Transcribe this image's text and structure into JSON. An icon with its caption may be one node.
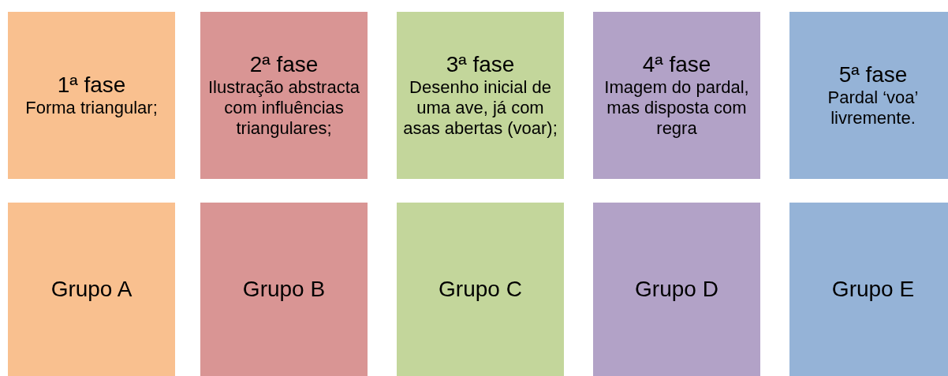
{
  "diagram": {
    "nodes": [
      {
        "text": [
          "1ª fase",
          "Forma triangular;"
        ]
      },
      {
        "text": [
          "2ª fase",
          "Ilustração abstracta com influências triangulares;"
        ]
      },
      {
        "text": [
          "3ª fase",
          "Desenho inicial de uma ave, já com asas abertas (voar);"
        ]
      },
      {
        "text": [
          "4ª fase",
          "Imagem do pardal, mas disposta com regra"
        ]
      },
      {
        "text": [
          "5ª fase",
          "Pardal ‘voa’ livremente."
        ]
      },
      {
        "text": [
          "Grupo A"
        ]
      },
      {
        "text": [
          "Grupo B"
        ]
      },
      {
        "text": [
          "Grupo C"
        ]
      },
      {
        "text": [
          "Grupo D"
        ]
      },
      {
        "text": [
          "Grupo E"
        ]
      }
    ],
    "edges": []
  }
}
